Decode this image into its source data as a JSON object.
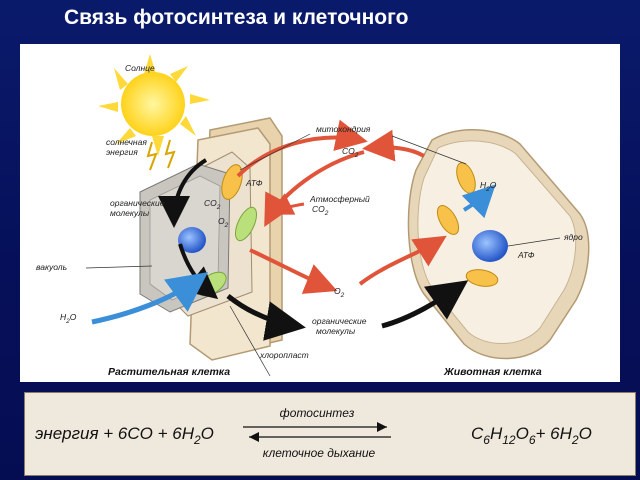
{
  "slide": {
    "title": "Связь фотосинтеза и клеточного"
  },
  "diagram": {
    "sun": "Солнце",
    "solar_energy": [
      "солнечная",
      "энергия"
    ],
    "mitochondria": "митохондрия",
    "co2_top": {
      "base": "CO",
      "sub": "2"
    },
    "atp_left": "АТФ",
    "co2_left": {
      "base": "CO",
      "sub": "2"
    },
    "o2_left": {
      "base": "O",
      "sub": "2"
    },
    "atmospheric_co2": {
      "line1": "Атмосферный",
      "base": "CO",
      "sub": "2"
    },
    "organic_left": [
      "органические",
      "молекулы"
    ],
    "vacuole": "вакуоль",
    "h2o_left": {
      "base": "H",
      "sub": "2",
      "tail": "O"
    },
    "h2o_right": {
      "base": "H",
      "sub": "2",
      "tail": "O"
    },
    "nucleus": "ядро",
    "atp_right": "АТФ",
    "o2_mid": {
      "base": "O",
      "sub": "2"
    },
    "organic_mid": [
      "органические",
      "молекулы"
    ],
    "chloroplast": "хлоропласт",
    "plant_cell": "Растительная клетка",
    "animal_cell": "Животная клетка"
  },
  "equation": {
    "left_prefix": "энергия + 6CO + 6H",
    "left_sub": "2",
    "left_tail": "O",
    "forward": "фотосинтез",
    "reverse": "клеточное дыхание",
    "right_c": "C",
    "right_c_sub": "6",
    "right_h": "H",
    "right_h_sub": "12",
    "right_o": "O",
    "right_o_sub": "6",
    "right_tail": "+ 6H",
    "right_tail_sub": "2",
    "right_tail_end": "O"
  }
}
